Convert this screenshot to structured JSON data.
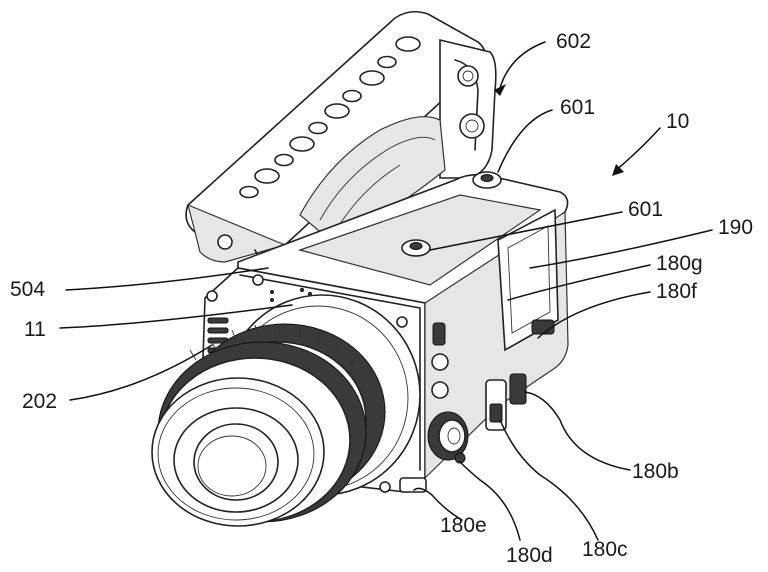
{
  "labels": [
    {
      "id": "602",
      "text": "602"
    },
    {
      "id": "601a",
      "text": "601"
    },
    {
      "id": "10",
      "text": "10"
    },
    {
      "id": "601b",
      "text": "601"
    },
    {
      "id": "190",
      "text": "190"
    },
    {
      "id": "180g",
      "text": "180g"
    },
    {
      "id": "504",
      "text": "504"
    },
    {
      "id": "180f",
      "text": "180f"
    },
    {
      "id": "11",
      "text": "11"
    },
    {
      "id": "202",
      "text": "202"
    },
    {
      "id": "180b",
      "text": "180b"
    },
    {
      "id": "180e",
      "text": "180e"
    },
    {
      "id": "180d",
      "text": "180d"
    },
    {
      "id": "180c",
      "text": "180c"
    }
  ]
}
